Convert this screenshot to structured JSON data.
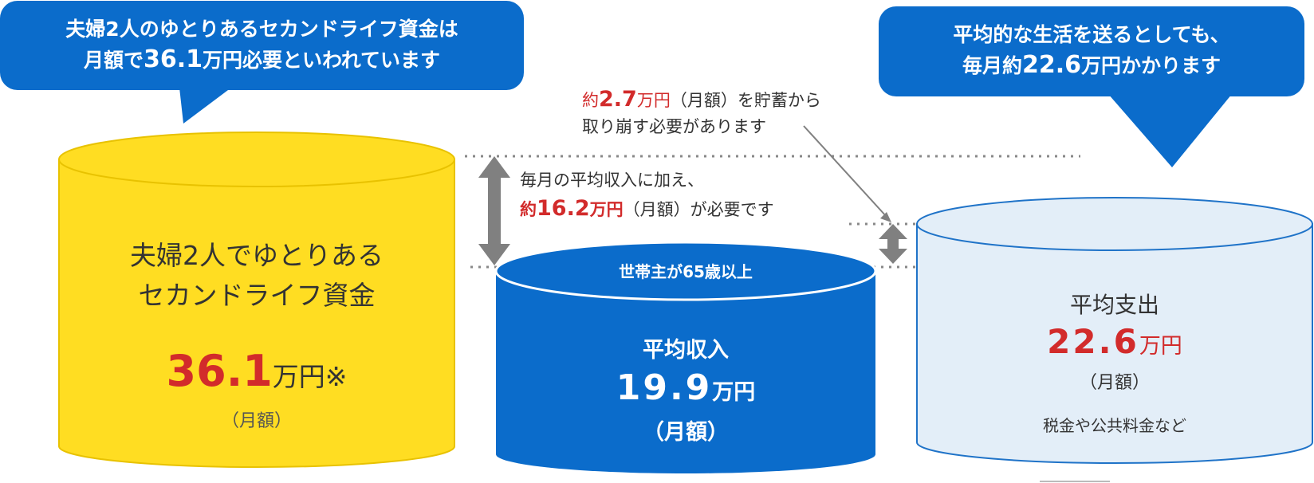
{
  "bubbles": {
    "left": {
      "line1": "夫婦2人のゆとりあるセカンドライフ資金は",
      "line2_pre": "月額で",
      "line2_num": "36.1",
      "line2_post": "万円必要といわれています"
    },
    "right": {
      "line1": "平均的な生活を送るとしても、",
      "line2_pre": "毎月約",
      "line2_num": "22.6",
      "line2_post": "万円かかります"
    }
  },
  "cylinders": {
    "left": {
      "line1": "夫婦2人でゆとりある",
      "line2": "セカンドライフ資金",
      "amount": "36.1",
      "unit": "万円※",
      "period": "（月額）",
      "color": "#ffdd22"
    },
    "middle": {
      "top_label": "世帯主が65歳以上",
      "label": "平均収入",
      "amount": "19.9",
      "unit": "万円",
      "period": "（月額）",
      "color": "#0b6ccb"
    },
    "right": {
      "label": "平均支出",
      "amount": "22.6",
      "unit": "万円",
      "period": "（月額）",
      "note": "税金や公共料金など",
      "color": "#e3eef8"
    }
  },
  "annotations": {
    "gap_large": {
      "line1": "毎月の平均収入に加え、",
      "line2_pre": "約",
      "line2_num": "16.2",
      "line2_unit": "万円",
      "line2_post": "（月額）が必要です"
    },
    "gap_small": {
      "line1_pre": "約",
      "line1_num": "2.7",
      "line1_unit": "万円",
      "line1_post": "（月額）を貯蓄から",
      "line2": "取り崩す必要があります"
    }
  },
  "colors": {
    "bubble": "#0b6ccb",
    "accent_red": "#d22b2b",
    "arrow_gray": "#808080"
  }
}
